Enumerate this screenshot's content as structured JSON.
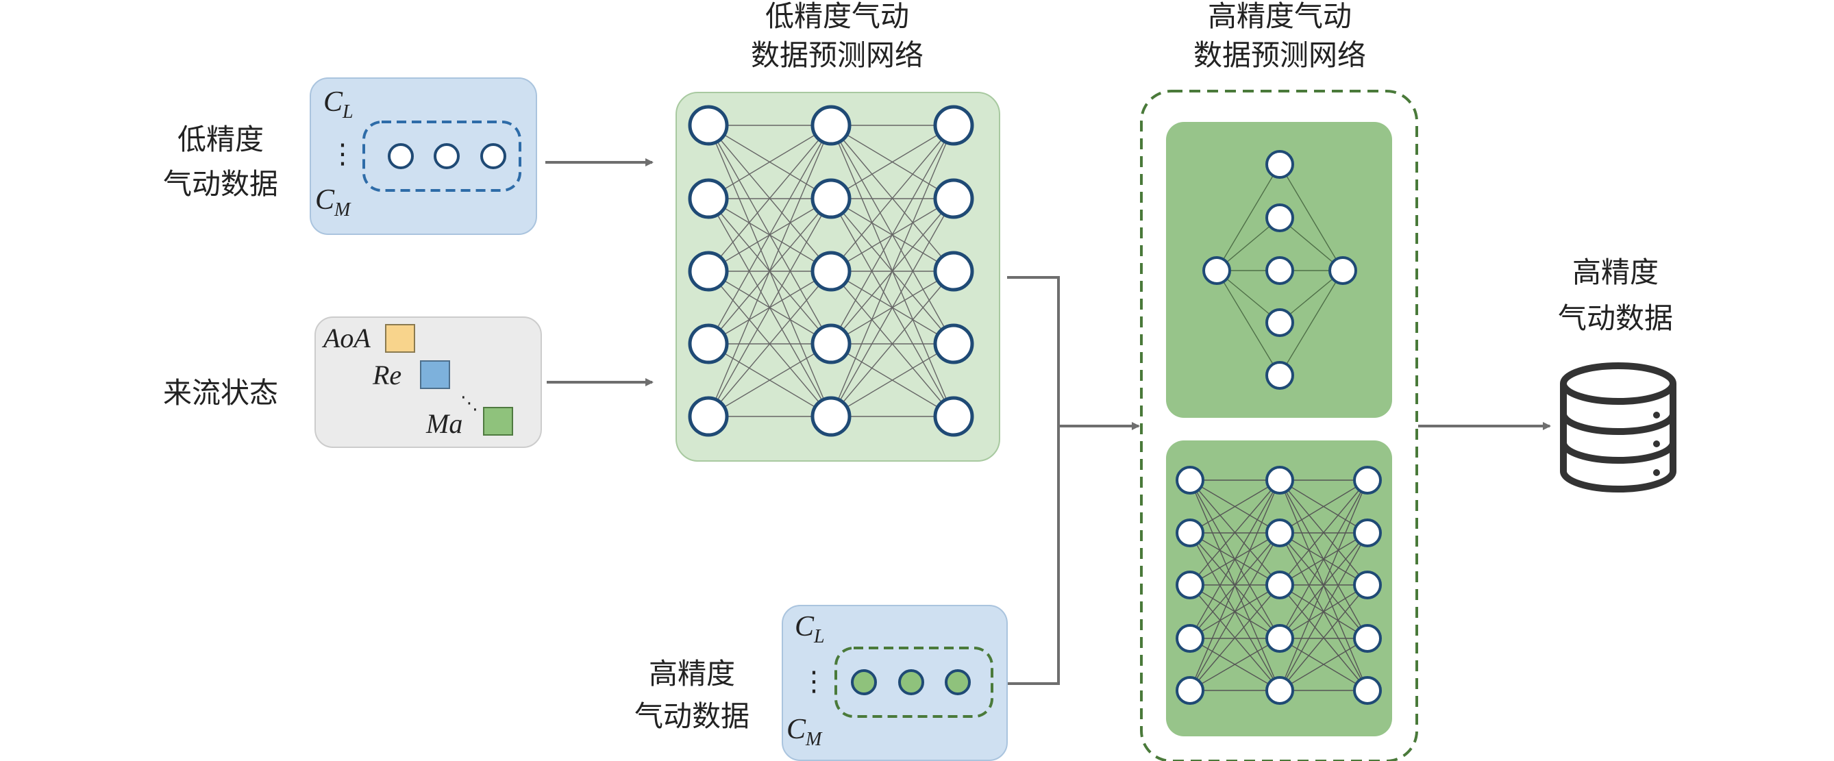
{
  "labels": {
    "low_fidelity_input": [
      "低精度",
      "气动数据"
    ],
    "freestream_state": "来流状态",
    "high_fidelity_input": [
      "高精度",
      "气动数据"
    ],
    "low_network_title": [
      "低精度气动",
      "数据预测网络"
    ],
    "high_network_title": [
      "高精度气动",
      "数据预测网络"
    ],
    "output_label": [
      "高精度",
      "气动数据"
    ]
  },
  "coefficients": {
    "top": {
      "base": "C",
      "sub": "L"
    },
    "bottom": {
      "base": "C",
      "sub": "M"
    },
    "ellipsis": "⋮"
  },
  "freestream_vars": [
    {
      "name": "AoA",
      "color": "#f8d48c"
    },
    {
      "name": "Re",
      "color": "#7db1dc"
    },
    {
      "name": "Ma",
      "color": "#8fc27c"
    }
  ],
  "colors": {
    "light_blue_panel": "#cfe0f1",
    "gray_panel": "#ebebeb",
    "light_green_panel": "#d5e8d0",
    "dark_green_panel": "#97c48a",
    "node_stroke": "#1f4a75",
    "dashed_blue": "#2e6ca8",
    "dashed_green": "#4a7a3a",
    "arrow": "#6e6e6e",
    "high_node_fill": "#8fc27c"
  },
  "icons": {
    "database": "database-icon"
  }
}
